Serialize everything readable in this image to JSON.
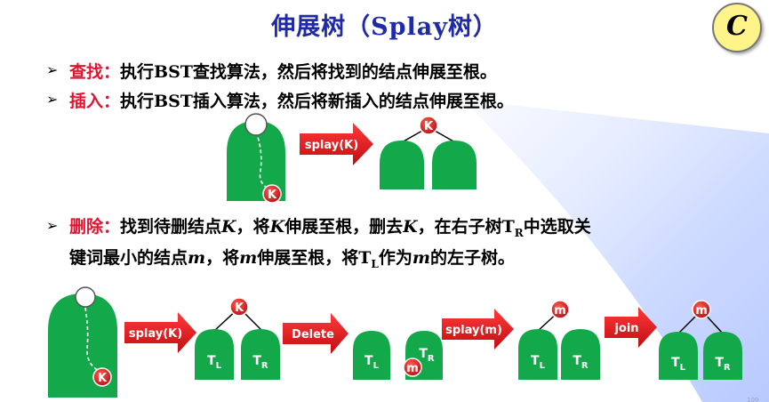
{
  "title": "伸展树（Splay树）",
  "badge": "C",
  "bullet_symbol": "➢",
  "items": [
    {
      "keyword": "查找：",
      "text": "执行BST查找算法，然后将找到的结点伸展至根。"
    },
    {
      "keyword": "插入：",
      "text": "执行BST插入算法，然后将新插入的结点伸展至根。"
    }
  ],
  "delete_item": {
    "keyword": "删除：",
    "p1": "找到待删结点",
    "k1": "K",
    "p2": "，将",
    "k2": "K",
    "p3": "伸展至根，删去",
    "k3": "K",
    "p4": "，在右子树",
    "tr_T": "T",
    "tr_sub": "R",
    "p5": "中选取关",
    "line2_p1": "键词最小的结点",
    "m1": "m",
    "line2_p2": "，将",
    "m2": "m",
    "line2_p3": "伸展至根，将",
    "tl_T": "T",
    "tl_sub": "L",
    "line2_p4": "作为",
    "m3": "m",
    "line2_p5": "的左子树。"
  },
  "diagram": {
    "node_K": "K",
    "node_m": "m",
    "arrow_splay_k": "splay(K)",
    "arrow_delete": "Delete",
    "arrow_splay_m": "splay(m)",
    "arrow_join": "join",
    "TL_T": "T",
    "TL_sub": "L",
    "TR_T": "T",
    "TR_sub": "R"
  },
  "page_number": "109",
  "colors": {
    "title": "#1f2aa8",
    "keyword": "#e4122f",
    "tree_green": "#13a84a",
    "node_red": "#d4161e",
    "arrow_red": "#e0101f",
    "badge_fill": "#fff48a",
    "beam": "#c9d7ff"
  }
}
